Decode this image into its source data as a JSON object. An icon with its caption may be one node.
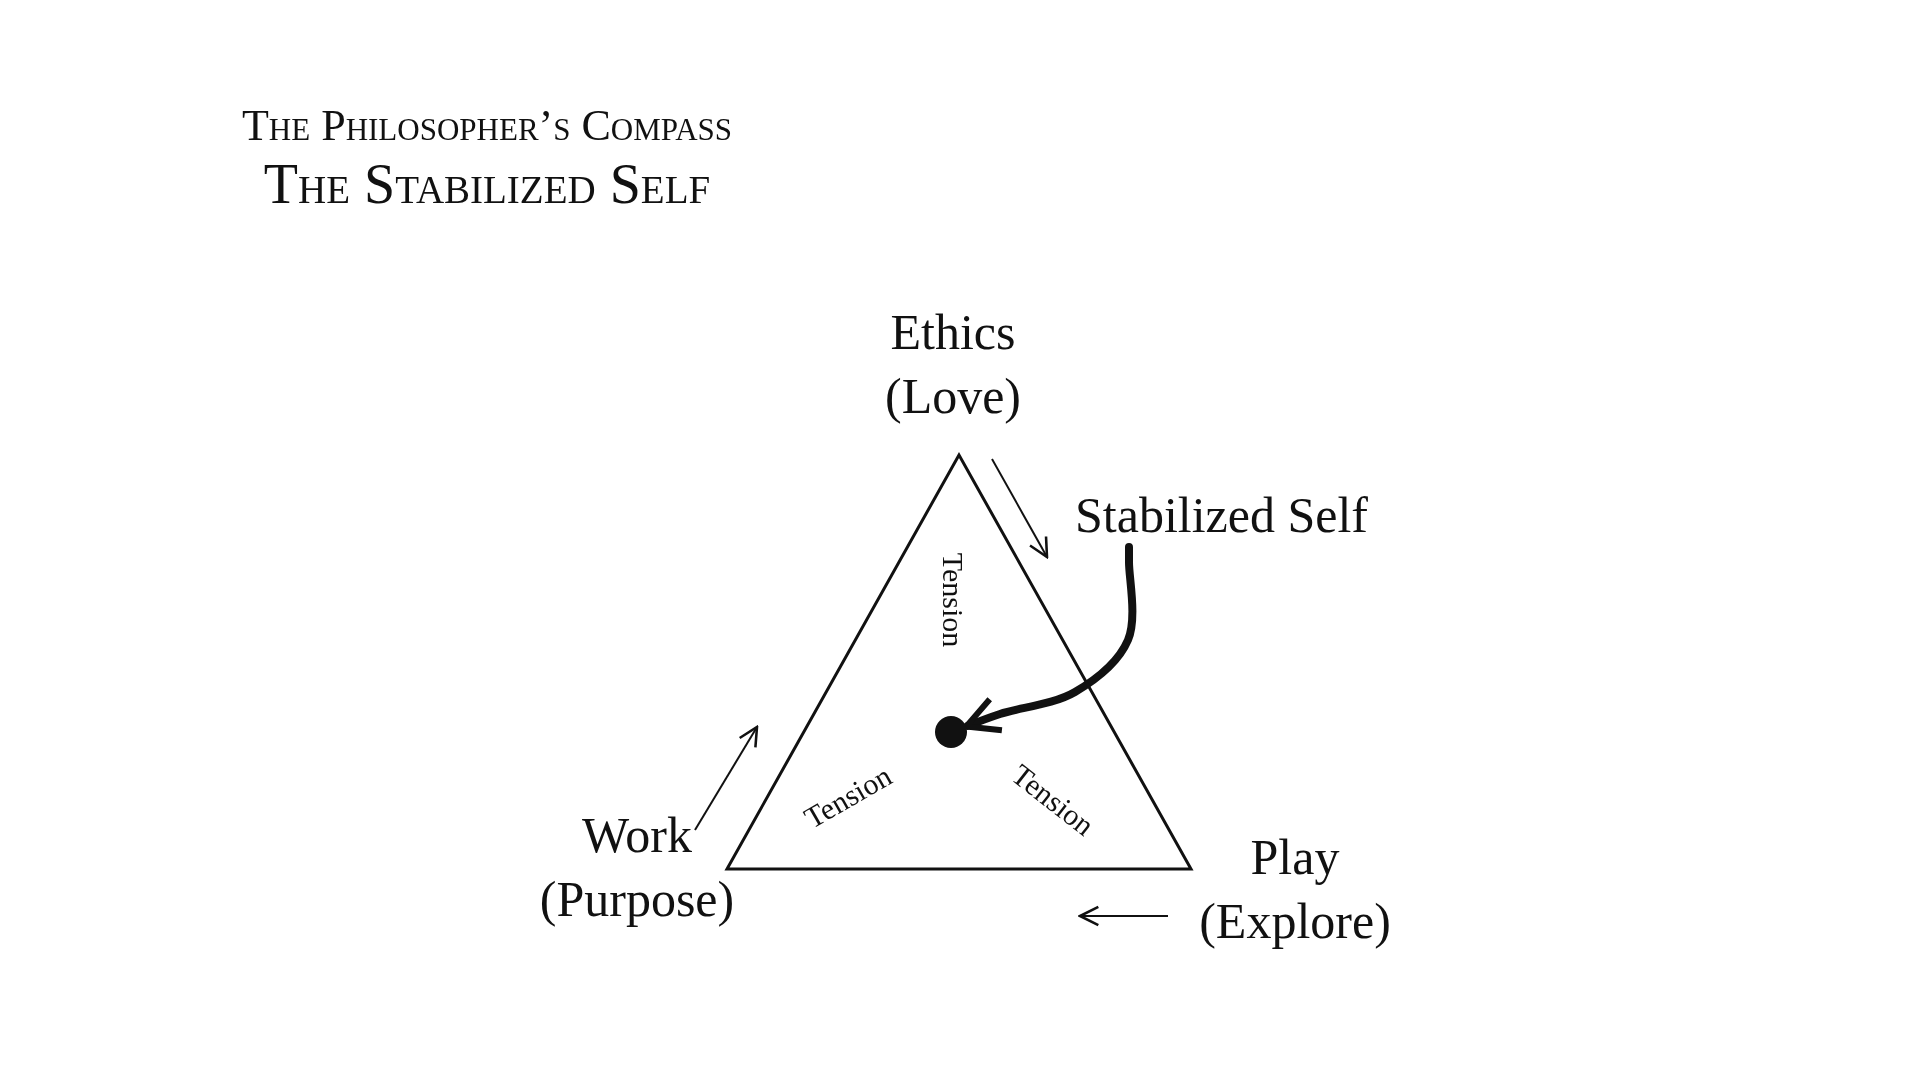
{
  "diagram": {
    "title": "The Philosopher’s Compass",
    "nodes": [
      {
        "text": [
          "Ethics (Love)"
        ]
      },
      {
        "text": [
          "Stabilized Self"
        ]
      },
      {
        "text": [
          "Tension",
          "Tension",
          "Tension"
        ]
      },
      {
        "text": [],
        "shape": "circle",
        "in": 2
      },
      {
        "text": [
          "Work (Purpose)"
        ]
      },
      {
        "text": [
          "Play (Explore)"
        ]
      }
    ],
    "edges": [
      {
        "from": 1,
        "to": 3,
        "arrow": "to"
      }
    ],
    "labels": [
      "The Stabilized Self"
    ]
  }
}
